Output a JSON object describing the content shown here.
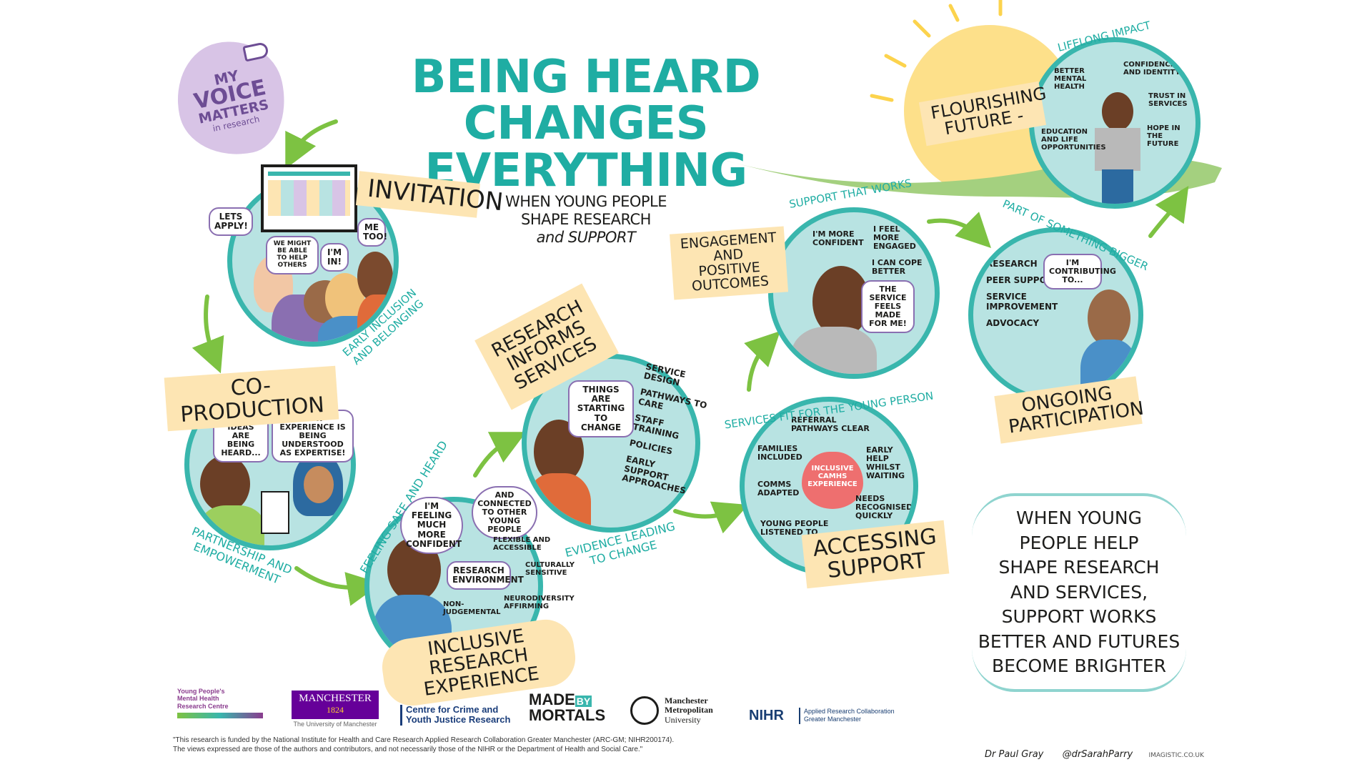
{
  "title": {
    "line1": "BEING HEARD CHANGES",
    "line2": "EVERYTHING"
  },
  "subtitle": {
    "line1": "WHEN YOUNG PEOPLE",
    "line2": "SHAPE RESEARCH",
    "line3": "and SUPPORT"
  },
  "badge": {
    "line1": "MY",
    "line2": "VOICE",
    "line3": "MATTERS",
    "line4": "in research"
  },
  "stages": {
    "invitation": {
      "label": "INVITATION",
      "caption": "EARLY INCLUSION and BELONGING",
      "bubbles": [
        "LETS APPLY!",
        "WE MIGHT BE ABLE to HELP OTHERS",
        "I'M IN!",
        "ME TOO!"
      ]
    },
    "coproduction": {
      "label": "CO-PRODUCTION",
      "caption": "PARTNERSHIP and EMPOWERMENT",
      "bubbles": [
        "OUR IDEAS ARE BEING HEARD...",
        "OUR EXPERIENCE IS BEING UNDERSTOOD AS EXPERTISE!"
      ]
    },
    "inclusive": {
      "label": "INCLUSIVE RESEARCH EXPERIENCE",
      "caption": "FEELING SAFE and HEARD",
      "bubbles": [
        "I'M FEELING MUCH MORE CONFIDENT",
        "and CONNECTED to OTHER YOUNG PEOPLE"
      ],
      "center": "RESEARCH ENVIRONMENT",
      "items": [
        "FLEXIBLE and ACCESSIBLE",
        "CULTURALLY SENSITIVE",
        "NEURODIVERSITY AFFIRMING",
        "NON-JUDGEMENTAL"
      ]
    },
    "research": {
      "label": "RESEARCH INFORMS SERVICES",
      "caption": "EVIDENCE LEADING to CHANGE",
      "bubble": "THINGS ARE STARTING TO CHANGE",
      "items": [
        "SERVICE DESIGN",
        "PATHWAYS to CARE",
        "STAFF TRAINING",
        "POLICIES",
        "EARLY SUPPORT APPROACHES"
      ]
    },
    "accessing": {
      "label": "ACCESSING SUPPORT",
      "caption": "SERVICES FIT FOR THE YOUNG PERSON",
      "heart": "INCLUSIVE CAMHS EXPERIENCE",
      "items": [
        "REFERRAL PATHWAYS CLEAR",
        "FAMILIES INCLUDED",
        "EARLY HELP WHILST WAITING",
        "COMMS ADAPTED",
        "NEEDS RECOGNISED QUICKLY",
        "YOUNG PEOPLE LISTENED TO"
      ]
    },
    "engagement": {
      "label": "ENGAGEMENT and POSITIVE OUTCOMES",
      "caption": "SUPPORT THAT WORKS",
      "items": [
        "I'M MORE CONFIDENT",
        "I FEEL MORE ENGAGED",
        "I CAN COPE BETTER"
      ],
      "bubble": "THE SERVICE FEELS MADE FOR ME!"
    },
    "ongoing": {
      "label": "ONGOING PARTICIPATION",
      "caption": "PART of SOMETHING BIGGER",
      "bubble": "I'M CONTRIBUTING TO...",
      "items": [
        "RESEARCH",
        "PEER SUPPORT",
        "SERVICE IMPROVEMENT",
        "ADVOCACY"
      ]
    },
    "flourishing": {
      "label": "FLOURISHING FUTURE -",
      "caption": "LIFELONG IMPACT",
      "items": [
        "BETTER MENTAL HEALTH",
        "CONFIDENCE and IDENTITY",
        "TRUST in SERVICES",
        "EDUCATION and LIFE OPPORTUNITIES",
        "HOPE in the future"
      ]
    }
  },
  "conclusion": [
    "WHEN YOUNG",
    "PEOPLE HELP",
    "SHAPE RESEARCH",
    "and SERVICES,",
    "SUPPORT WORKS",
    "BETTER and FUTURES",
    "BECOME BRIGHTER"
  ],
  "logos": {
    "ypmh": [
      "Young People's",
      "Mental Health",
      "Research Centre"
    ],
    "manchester": {
      "name": "MANCHESTER",
      "year": "1824",
      "sub": "The University of Manchester"
    },
    "crime": [
      "Centre for Crime and",
      "Youth Justice Research"
    ],
    "mbm": [
      "MADE",
      "BY",
      "MORTALS"
    ],
    "mmu": [
      "Manchester",
      "Metropolitan",
      "University"
    ],
    "nihr": {
      "name": "NIHR",
      "line1": "Applied Research Collaboration",
      "line2": "Greater Manchester"
    }
  },
  "footer": {
    "line1": "\"This research is funded by the National Institute for Health and Care Research Applied Research Collaboration Greater Manchester (ARC-GM; NIHR200174).",
    "line2": "The views expressed are those of the authors and contributors, and not necessarily those of the NIHR or the Department of Health and Social Care.\""
  },
  "credits": {
    "author1": "Dr Paul Gray",
    "author2": "@drSarahParry",
    "site": "IMAGISTIC.CO.UK"
  },
  "colors": {
    "teal": "#39b6ad",
    "circle": "#b8e3e2",
    "banner": "#fde5b3",
    "arrow": "#7dc242",
    "purple": "#8a6fb1",
    "sun": "#fde08a"
  }
}
